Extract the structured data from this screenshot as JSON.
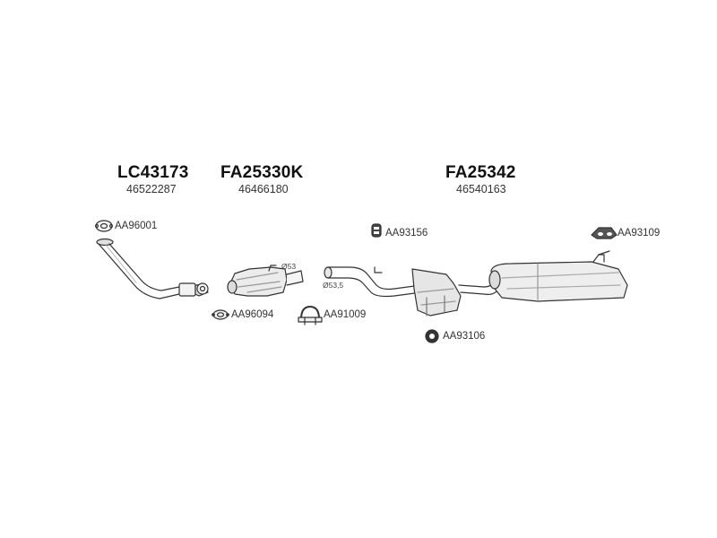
{
  "groups": [
    {
      "code": "LC43173",
      "number": "46522287"
    },
    {
      "code": "FA25330K",
      "number": "46466180"
    },
    {
      "code": "FA25342",
      "number": "46540163"
    }
  ],
  "parts": {
    "gasket_front": "AA96001",
    "rubber_mount_mid": "AA93156",
    "rubber_mount_rear": "AA93109",
    "gasket_cat": "AA96094",
    "clamp": "AA91009",
    "ring_mount": "AA93106"
  },
  "dimensions": {
    "d1": "Ø53",
    "d2": "Ø53,5"
  }
}
